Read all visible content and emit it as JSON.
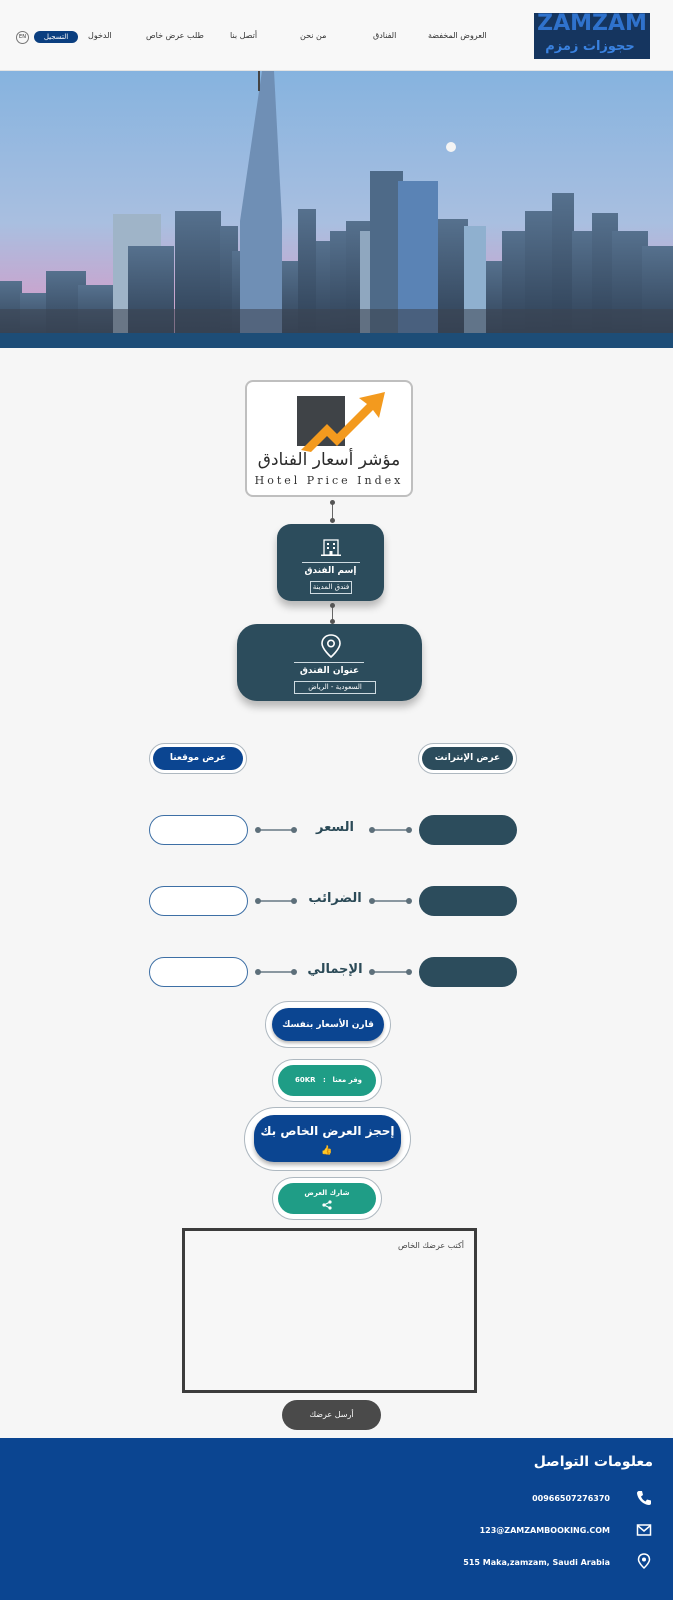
{
  "brand": {
    "logo_en": "ZAMZAM",
    "logo_ar": "حجوزات زمزم"
  },
  "nav": {
    "items": [
      "العروض المخفضة",
      "الفنادق",
      "من نحن",
      "أتصل بنا",
      "طلب عرض خاص",
      "الدخول"
    ],
    "register": "التسجيل",
    "lang": "EN"
  },
  "index_card": {
    "title_ar": "مؤشر أسعار الفنادق",
    "title_en": "Hotel Price Index"
  },
  "hotel_name": {
    "label": "إسم الفندق",
    "value": "فندق المدينة"
  },
  "hotel_address": {
    "label": "عنوان الفندق",
    "value": "السعودية - الرياض"
  },
  "columns": {
    "internet": "عرض الإنترانت",
    "ours": "عرض موقعنا"
  },
  "rows": [
    "السعر",
    "الضرائب",
    "الإجمالي"
  ],
  "compare_button": "قارن الأسعار بنفسك",
  "savings": {
    "label": "وفر معنا",
    "separator": ":",
    "value": "60KR"
  },
  "book_button": "إحجز العرض الخاص بك",
  "share_button": "شارك العرض",
  "offer_textarea": {
    "placeholder": "أكتب عرضك الخاص"
  },
  "send_button": "أرسل عرضك",
  "footer": {
    "title": "معلومات التواصل",
    "phone": "00966507276370",
    "email": "123@ZAMZAMBOOKING.COM",
    "address": "515 Maka,zamzam, Saudi Arabia"
  },
  "colors": {
    "primary": "#0b4591",
    "dark_slate": "#2c4c5c",
    "teal": "#1f9d86",
    "hero_sky": "#8fb7de"
  }
}
